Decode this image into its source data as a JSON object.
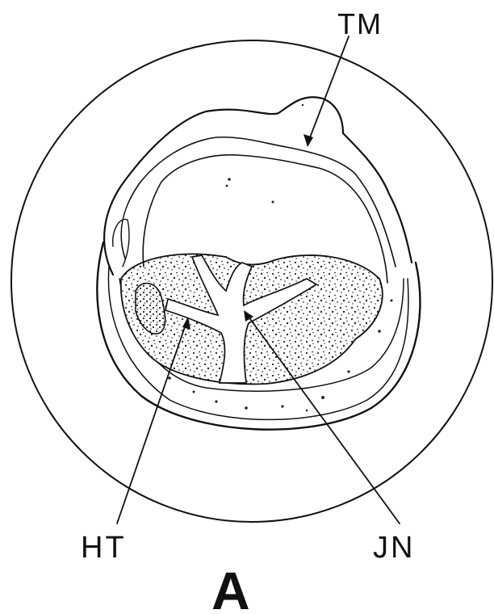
{
  "figure": {
    "panel_letter": "A",
    "labels": {
      "tm": "TM",
      "ht": "HT",
      "jn": "JN"
    }
  }
}
